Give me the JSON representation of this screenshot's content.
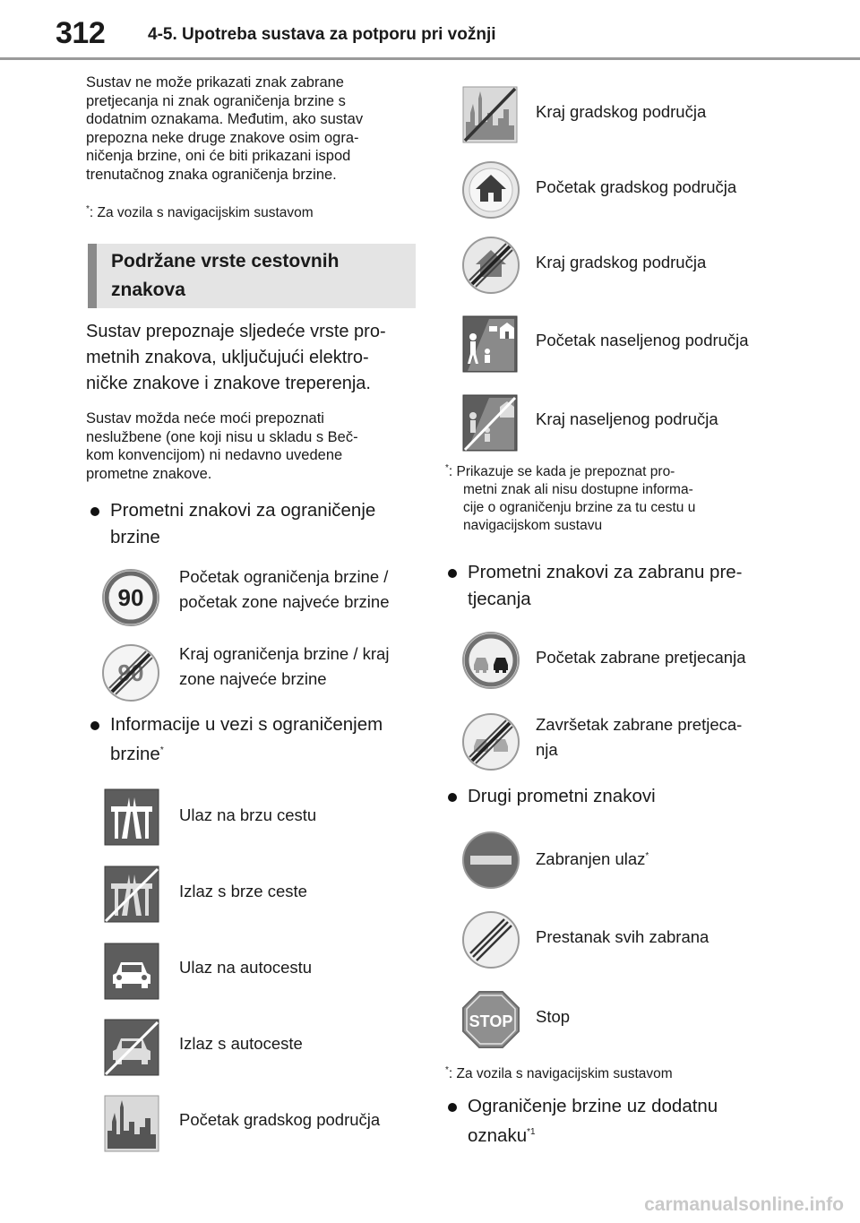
{
  "header": {
    "page_number": "312",
    "title": "4-5. Upotreba sustava za potporu pri vožnji"
  },
  "left": {
    "intro": [
      "Sustav ne može prikazati znak zabrane",
      "pretjecanja ni znak ograničenja brzine s",
      "dodatnim oznakama. Međutim, ako sustav",
      "prepozna neke druge znakove osim ogra-",
      "ničenja brzine, oni će biti prikazani ispod",
      "trenutačnog znaka ograničenja brzine."
    ],
    "footnote_mark": "*",
    "footnote": ": Za vozila s navigacijskim sustavom",
    "section_title": [
      "Podržane vrste cestovnih",
      "znakova"
    ],
    "lead": [
      "Sustav prepoznaje sljedeće vrste pro-",
      "metnih znakova, uključujući elektro-",
      "ničke znakove i znakove treperenja."
    ],
    "note": [
      "Sustav možda neće moći prepoznati",
      "neslužbene (one koji nisu u skladu s Beč-",
      "kom konvencijom) ni nedavno uvedene",
      "prometne znakove."
    ],
    "bullet1": [
      "Prometni znakovi za ograničenje",
      "brzine"
    ],
    "speed_signs": [
      {
        "icon": "speed-limit-90-sign-icon",
        "text": "90",
        "label": [
          "Početak ograničenja brzine /",
          "početak zone najveće brzine"
        ]
      },
      {
        "icon": "end-speed-limit-90-sign-icon",
        "text": "90",
        "label": [
          "Kraj ograničenja brzine / kraj",
          "zone najveće brzine"
        ]
      }
    ],
    "bullet2": {
      "line1": "Informacije u vezi s ograničenjem",
      "line2": "brzine",
      "mark": "*"
    },
    "info_signs": [
      {
        "icon": "motorway-entry-sign-icon",
        "label": "Ulaz na brzu cestu"
      },
      {
        "icon": "motorway-exit-sign-icon",
        "label": "Izlaz s brze ceste"
      },
      {
        "icon": "expressway-entry-sign-icon",
        "label": "Ulaz na autocestu"
      },
      {
        "icon": "expressway-exit-sign-icon",
        "label": "Izlaz s autoceste"
      },
      {
        "icon": "city-start-sign-icon",
        "label": "Početak gradskog područja"
      }
    ]
  },
  "right": {
    "area_signs": [
      {
        "icon": "city-end-sign-icon",
        "label": "Kraj gradskog područja"
      },
      {
        "icon": "urban-start-sign-icon",
        "label": "Početak gradskog područja"
      },
      {
        "icon": "urban-end-sign-icon",
        "label": "Kraj gradskog područja"
      },
      {
        "icon": "residential-start-sign-icon",
        "label": "Početak naseljenog područja"
      },
      {
        "icon": "residential-end-sign-icon",
        "label": "Kraj naseljenog područja"
      }
    ],
    "footnote1_mark": "*",
    "footnote1": [
      ": Prikazuje se kada je prepoznat pro-",
      "metni znak ali nisu dostupne informa-",
      "cije o ograničenju brzine za tu cestu u",
      "navigacijskom sustavu"
    ],
    "bullet3": [
      "Prometni znakovi za zabranu pre-",
      "tjecanja"
    ],
    "overtake_signs": [
      {
        "icon": "no-overtaking-sign-icon",
        "label": [
          "Početak zabrane pretjecanja"
        ]
      },
      {
        "icon": "end-no-overtaking-sign-icon",
        "label": [
          "Završetak zabrane pretjeca-",
          "nja"
        ]
      }
    ],
    "bullet4": "Drugi prometni znakovi",
    "other_signs": [
      {
        "icon": "no-entry-sign-icon",
        "label": "Zabranjen ulaz",
        "mark": "*"
      },
      {
        "icon": "end-all-restrictions-sign-icon",
        "label": "Prestanak svih zabrana",
        "mark": ""
      },
      {
        "icon": "stop-sign-icon",
        "label": "Stop",
        "mark": "",
        "text": "STOP"
      }
    ],
    "footnote2_mark": "*",
    "footnote2": ": Za vozila s navigacijskim sustavom",
    "bullet5": {
      "line1": "Ograničenje brzine uz dodatnu",
      "line2": "oznaku",
      "mark": "*1"
    }
  },
  "watermark": "carmanualsonline.info"
}
